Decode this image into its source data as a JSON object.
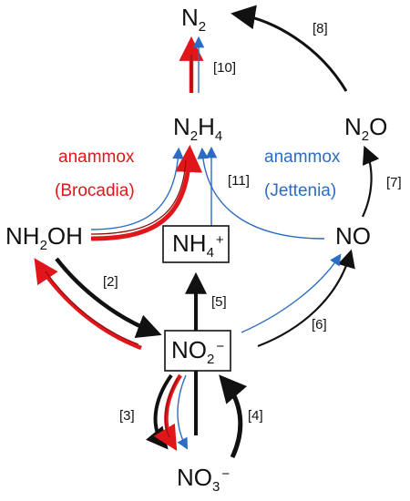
{
  "colors": {
    "black": "#111111",
    "red": "#e0161b",
    "blue": "#2b6cc4",
    "dark_red": "#8a1010"
  },
  "species": {
    "n2": {
      "main": "N",
      "sub": "2"
    },
    "n2h4": {
      "a": "N",
      "sub1": "2",
      "b": "H",
      "sub2": "4"
    },
    "n2o": {
      "a": "N",
      "sub": "2",
      "b": "O"
    },
    "nh2oh": {
      "a": "NH",
      "sub": "2",
      "b": "OH"
    },
    "nh4": {
      "a": "NH",
      "sub": "4",
      "sup": "+"
    },
    "no": {
      "text": "NO"
    },
    "no2": {
      "a": "NO",
      "sub": "2",
      "sup": "−"
    },
    "no3": {
      "a": "NO",
      "sub": "3",
      "sup": "−"
    }
  },
  "labels": {
    "anammox_red": "anammox",
    "brocadia": "(Brocadia)",
    "anammox_blue": "anammox",
    "jettenia": "(Jettenia)"
  },
  "steps": {
    "s2": "[2]",
    "s3": "[3]",
    "s4": "[4]",
    "s5": "[5]",
    "s6": "[6]",
    "s7": "[7]",
    "s8": "[8]",
    "s10": "[10]",
    "s11": "[11]"
  }
}
